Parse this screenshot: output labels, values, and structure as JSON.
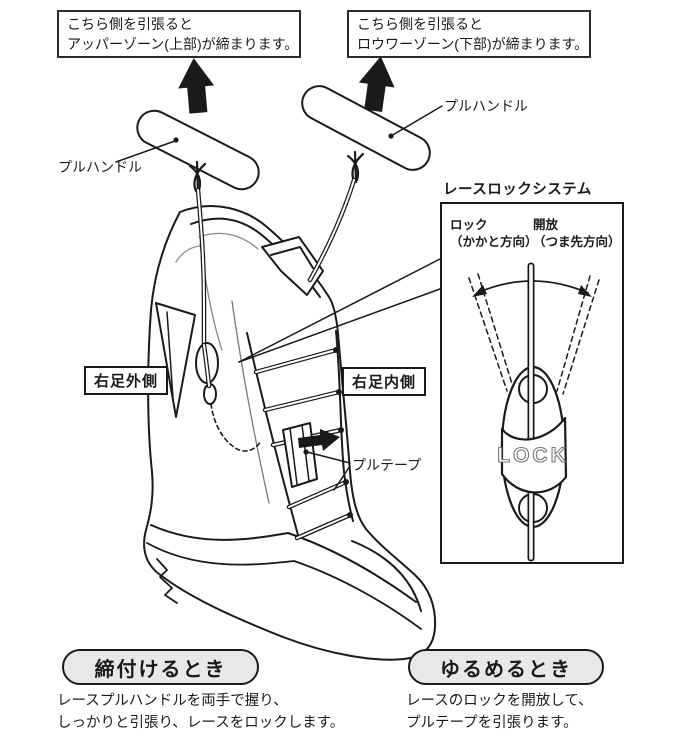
{
  "top_notes": {
    "left": {
      "lines": [
        "こちら側を引張ると",
        "アッパーゾーン(上部)が締まります。"
      ]
    },
    "right": {
      "lines": [
        "こちら側を引張ると",
        "ロウワーゾーン(下部)が締まります。"
      ]
    }
  },
  "boot_labels": {
    "pull_handle_left": "プルハンドル",
    "pull_handle_right": "プルハンドル",
    "right_foot_outer_side": "右足外側",
    "right_foot_inner_side": "右足内側",
    "pull_tape": "プルテープ"
  },
  "inset": {
    "title": "レースロックシステム",
    "columns": [
      {
        "label": "ロック",
        "sub": "（かかと方向）"
      },
      {
        "label": "開放",
        "sub": "（つま先方向）"
      }
    ],
    "lock_engraving": "LOCK"
  },
  "instructions": [
    {
      "pill": "締付けるとき",
      "lines": [
        "レースプルハンドルを両手で握り、",
        "しっかりと引張り、レースをロックします。"
      ]
    },
    {
      "pill": "ゆるめるとき",
      "lines": [
        "レースのロックを開放して、",
        "プルテープを引張ります。"
      ]
    }
  ],
  "colors": {
    "ink": "#1a1a1a",
    "pill_bg": "#e8e8e8",
    "paper": "#ffffff"
  }
}
